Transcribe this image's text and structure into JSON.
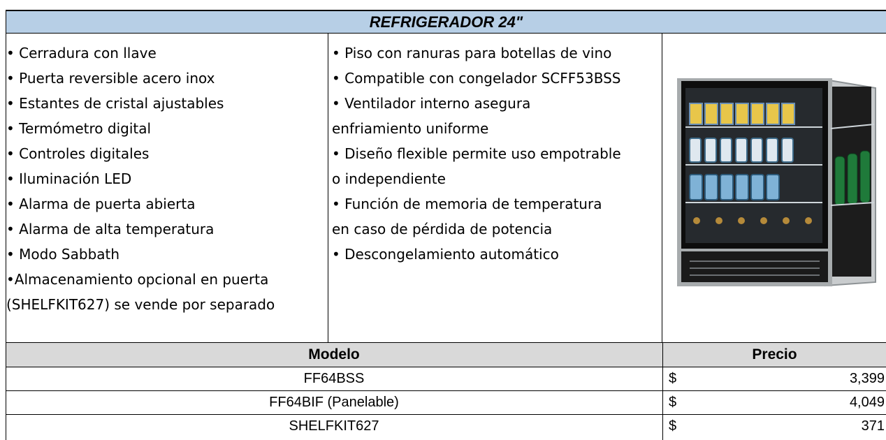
{
  "title": "REFRIGERADOR 24\"",
  "features": {
    "col1": [
      "• Cerradura con llave",
      "• Puerta reversible acero inox",
      "• Estantes de cristal ajustables",
      "• Termómetro digital",
      "• Controles digitales",
      "• Iluminación LED",
      "• Alarma de puerta abierta",
      "• Alarma de alta temperatura",
      "• Modo Sabbath",
      "•Almacenamiento opcional en puerta",
      "(SHELFKIT627) se vende por separado"
    ],
    "col2": [
      "• Piso con ranuras para botellas de vino",
      "• Compatible con congelador SCFF53BSS",
      "• Ventilador interno asegura",
      "enfriamiento uniforme",
      "• Diseño flexible permite uso empotrable",
      "o independiente",
      "• Función de memoria de temperatura",
      "en caso de pérdida de potencia",
      "• Descongelamiento automático"
    ]
  },
  "image": {
    "icon": "refrigerator-product-photo"
  },
  "table": {
    "headers": {
      "model": "Modelo",
      "price": "Precio"
    },
    "rows": [
      {
        "model": "FF64BSS",
        "currency": "$",
        "price": "3,399"
      },
      {
        "model": "FF64BIF (Panelable)",
        "currency": "$",
        "price": "4,049"
      },
      {
        "model": "SHELFKIT627",
        "currency": "$",
        "price": "371"
      }
    ]
  }
}
